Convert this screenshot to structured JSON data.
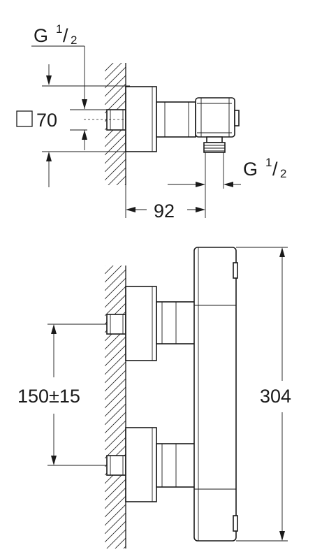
{
  "top_view": {
    "thread_top": {
      "letter": "G",
      "num": "1",
      "den": "2"
    },
    "square_size": "70",
    "thread_right": {
      "letter": "G",
      "num": "1",
      "den": "2"
    },
    "depth": "92"
  },
  "bottom_view": {
    "spacing": "150±15",
    "height": "304"
  }
}
